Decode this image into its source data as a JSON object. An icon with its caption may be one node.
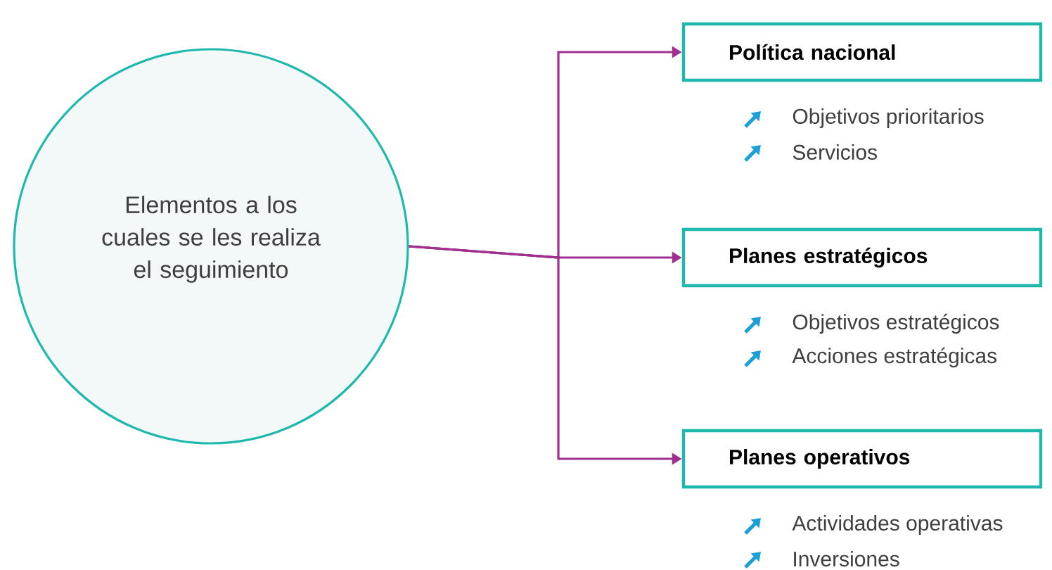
{
  "diagram": {
    "nodes": [
      {
        "text": [
          "Elementos a los cuales se les realiza el seguimiento"
        ]
      },
      {
        "text": [
          "Política nacional"
        ],
        "beside": [
          "Objetivos prioritarios",
          "Servicios"
        ]
      },
      {
        "text": [
          "Planes estratégicos"
        ],
        "beside": [
          "Objetivos estratégicos",
          "Acciones estratégicas"
        ]
      },
      {
        "text": [
          "Planes operativos"
        ],
        "beside": [
          "Actividades operativas",
          "Inversiones"
        ]
      }
    ],
    "edges": [
      {
        "from": 0,
        "to": 1,
        "arrow": "to"
      },
      {
        "from": 0,
        "to": 2,
        "arrow": "to"
      },
      {
        "from": 0,
        "to": 3,
        "arrow": "to"
      }
    ]
  }
}
